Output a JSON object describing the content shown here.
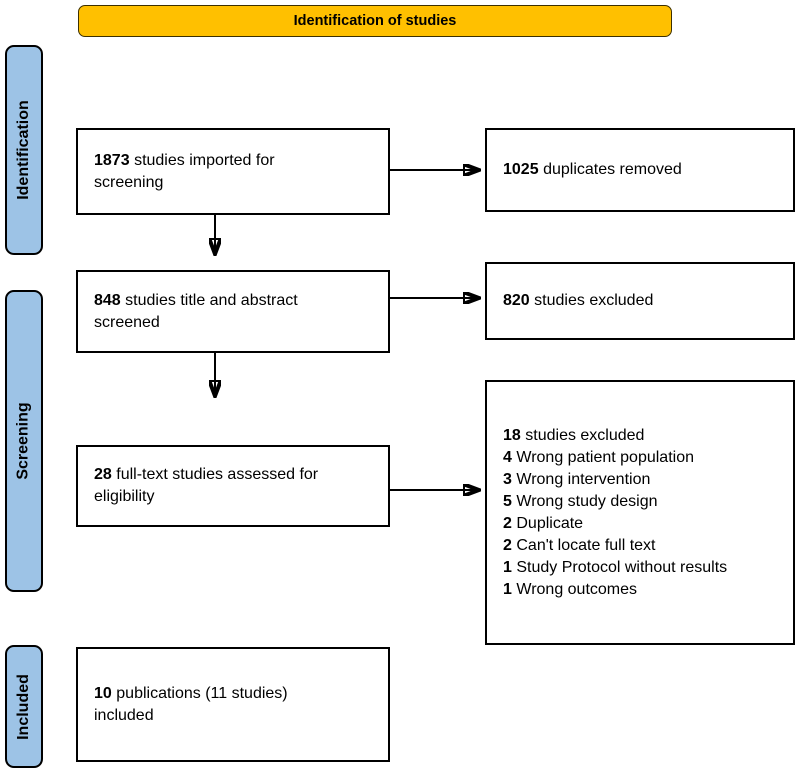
{
  "header": {
    "title": "Identification of studies"
  },
  "colors": {
    "banner_bg": "#FFC000",
    "stage_bg": "#9DC3E6",
    "border": "#000000",
    "box_bg": "#FFFFFF"
  },
  "stages": [
    {
      "label": "Identification"
    },
    {
      "label": "Screening"
    },
    {
      "label": "Included"
    }
  ],
  "boxes": {
    "imported": {
      "number": "1873",
      "t1": "studies imported for",
      "t2": "screening"
    },
    "duplicates": {
      "number": "1025",
      "text": "duplicates removed"
    },
    "screened": {
      "number": "848",
      "t1": "studies title and abstract",
      "t2": "screened"
    },
    "excluded": {
      "number": "820",
      "text": "studies excluded"
    },
    "fulltext": {
      "number": "28",
      "t1": "full-text studies assessed for",
      "t2": "eligibility"
    },
    "fulltext_excluded": {
      "lines": [
        {
          "n": "18",
          "t": "studies excluded"
        },
        {
          "n": "4",
          "t": "Wrong patient population"
        },
        {
          "n": "3",
          "t": "Wrong intervention"
        },
        {
          "n": "5",
          "t": "Wrong study design"
        },
        {
          "n": "2",
          "t": "Duplicate"
        },
        {
          "n": "2",
          "t": "Can't locate full text"
        },
        {
          "n": "1",
          "t": "Study Protocol without results"
        },
        {
          "n": "1",
          "t": "Wrong outcomes"
        }
      ]
    },
    "included": {
      "number": "10",
      "t1": "publications (11 studies)",
      "t2": "included"
    }
  }
}
